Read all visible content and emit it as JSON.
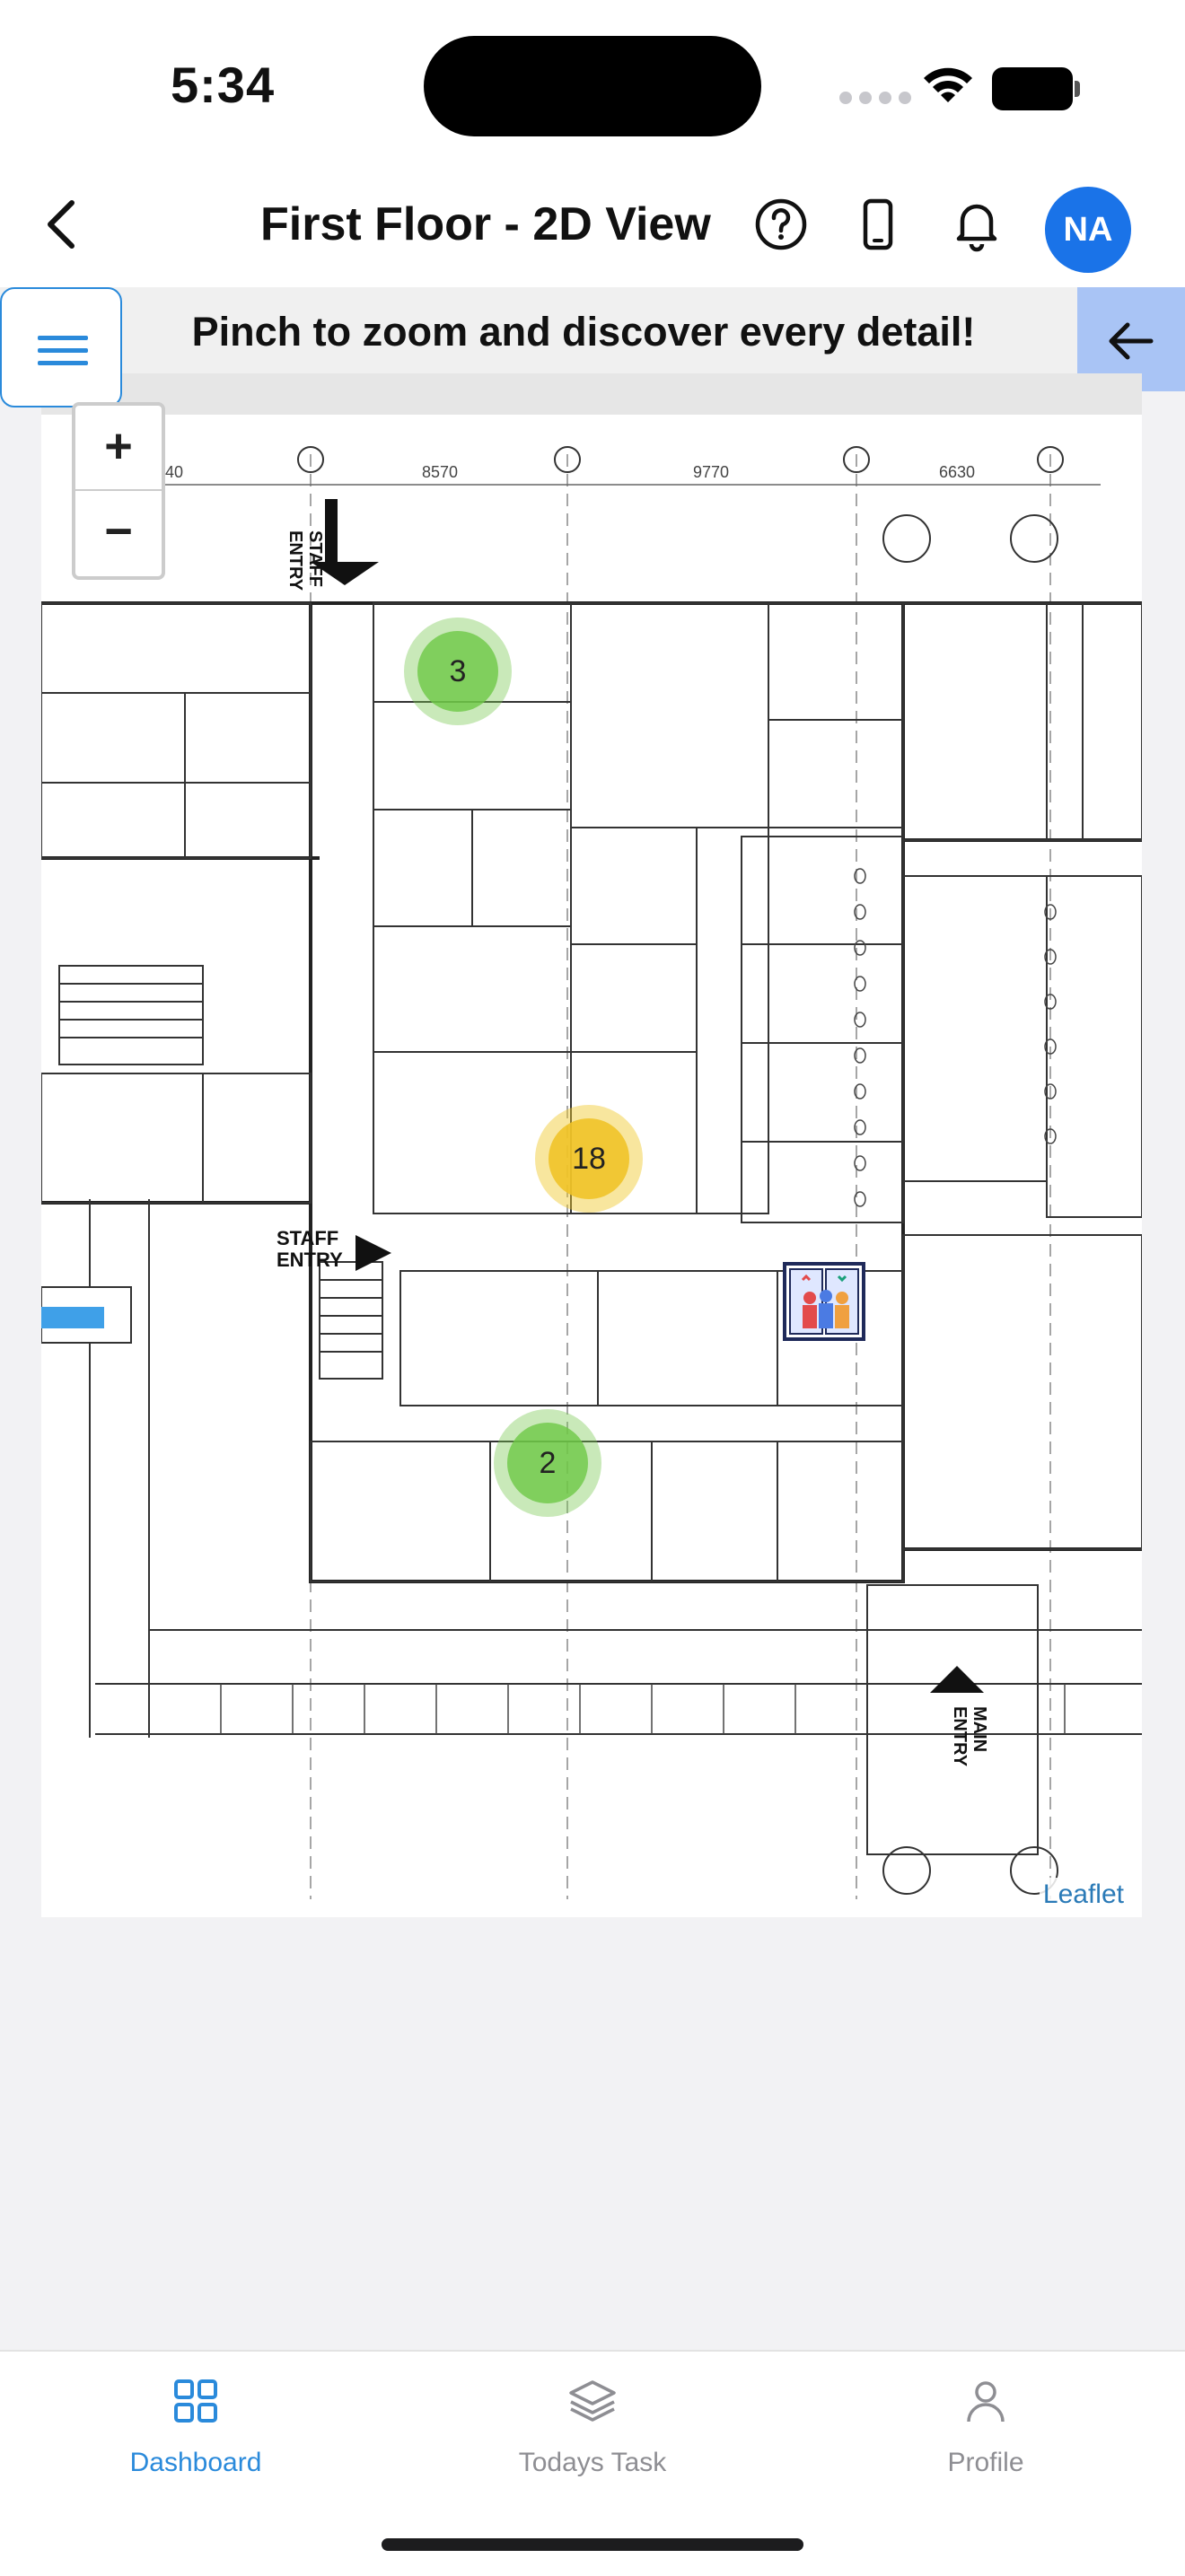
{
  "status_bar": {
    "time": "5:34"
  },
  "header": {
    "title": "First Floor - 2D View",
    "avatar_initials": "NA"
  },
  "banner": {
    "text": "Pinch to zoom and discover every detail!"
  },
  "map": {
    "zoom_in": "+",
    "zoom_out": "−",
    "attribution": "Leaflet",
    "grid_labels": [
      "040",
      "8570",
      "9770",
      "6630"
    ],
    "entries": {
      "staff_entry_1": "STAFF ENTRY",
      "staff_entry_2": "STAFF ENTRY",
      "main_entry": "MAIN ENTRY"
    },
    "clusters": [
      {
        "count": "3",
        "color": "green"
      },
      {
        "count": "18",
        "color": "yellow"
      },
      {
        "count": "2",
        "color": "green"
      }
    ]
  },
  "tabs": [
    {
      "label": "Dashboard",
      "icon": "grid-icon",
      "active": true
    },
    {
      "label": "Todays Task",
      "icon": "layers-icon",
      "active": false
    },
    {
      "label": "Profile",
      "icon": "user-icon",
      "active": false
    }
  ],
  "colors": {
    "accent": "#2a8adb",
    "avatar": "#1a73e8",
    "collapse": "#a9c4f5"
  }
}
